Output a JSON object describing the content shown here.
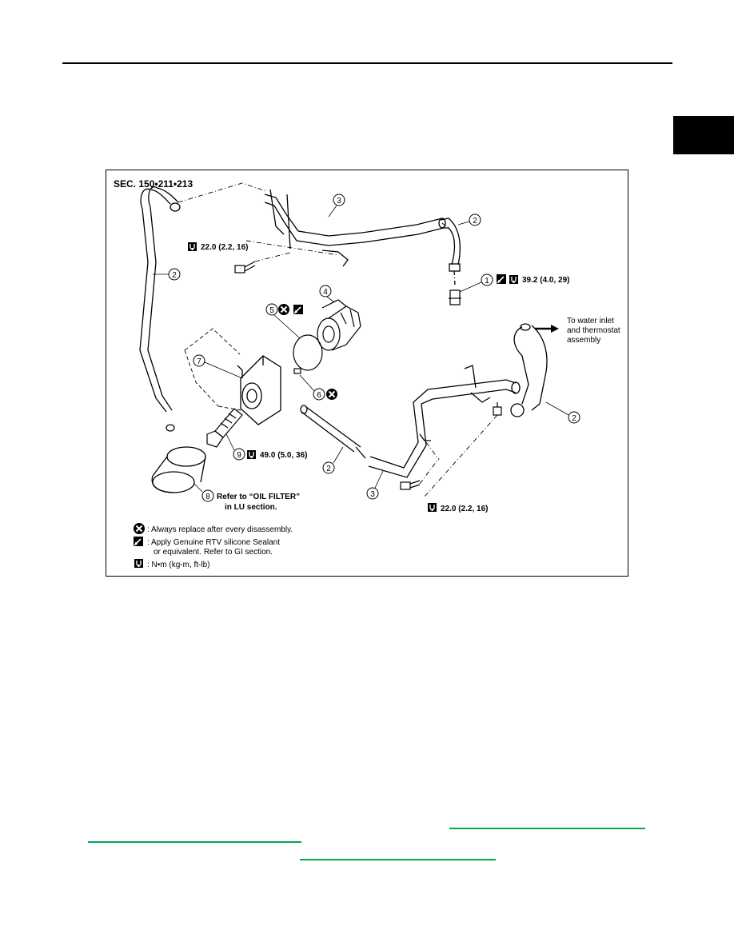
{
  "figure": {
    "section": "SEC. 150•211•213",
    "torque": {
      "top_bolt": "22.0 (2.2, 16)",
      "item1": "39.2 (4.0, 29)",
      "item9": "49.0 (5.0, 36)",
      "bottom_bolt": "22.0 (2.2, 16)"
    },
    "water_note": [
      "To water inlet",
      "and thermostat",
      "assembly"
    ],
    "oil_filter_note": [
      "Refer to “OIL FILTER”",
      "in LU section."
    ],
    "callouts": [
      "1",
      "2",
      "3",
      "4",
      "5",
      "6",
      "7",
      "8",
      "9"
    ],
    "legend": {
      "replace": ": Always replace after every disassembly.",
      "sealant_line1": ": Apply Genuine RTV silicone Sealant",
      "sealant_line2": "or equivalent. Refer to GI section.",
      "torque_unit": ": N•m (kg-m, ft-lb)"
    }
  }
}
